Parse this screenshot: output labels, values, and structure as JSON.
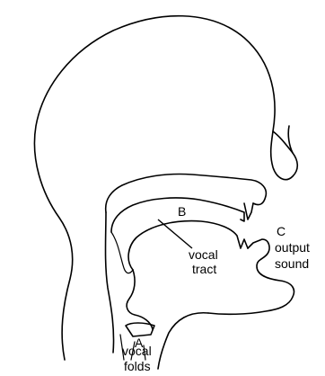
{
  "labels": {
    "a": "A",
    "b": "B",
    "c": "C",
    "vocal_tract_1": "vocal",
    "vocal_tract_2": "tract",
    "output_1": "output",
    "output_2": "sound",
    "folds_1": "vocal",
    "folds_2": "folds"
  }
}
